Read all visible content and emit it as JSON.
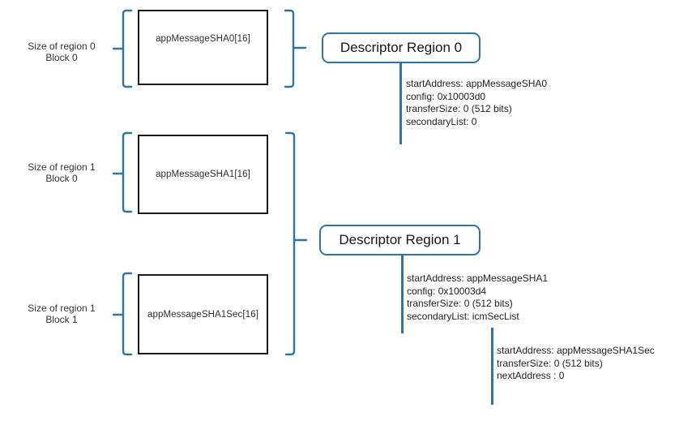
{
  "colors": {
    "accent": "#2E75A6",
    "box_border": "#1C1C1C"
  },
  "memory_blocks": [
    {
      "size_label_line1": "Size of region 0",
      "size_label_line2": "Block 0",
      "box_label": "appMessageSHA0[16]"
    },
    {
      "size_label_line1": "Size of region 1",
      "size_label_line2": "Block 0",
      "box_label": "appMessageSHA1[16]"
    },
    {
      "size_label_line1": "Size of region 1",
      "size_label_line2": "Block 1",
      "box_label": "appMessageSHA1Sec[16]"
    }
  ],
  "descriptors": [
    {
      "title": "Descriptor Region 0",
      "details": [
        "startAddress: appMessageSHA0",
        "config: 0x10003d0",
        "transferSize: 0 (512 bits)",
        "secondaryList: 0"
      ]
    },
    {
      "title": "Descriptor Region 1",
      "details": [
        "startAddress: appMessageSHA1",
        "config: 0x10003d4",
        "transferSize: 0 (512 bits)",
        "secondaryList: icmSecList"
      ]
    }
  ],
  "secondary_list": {
    "details": [
      "startAddress: appMessageSHA1Sec",
      "transferSize: 0 (512 bits)",
      "nextAddress : 0"
    ]
  }
}
